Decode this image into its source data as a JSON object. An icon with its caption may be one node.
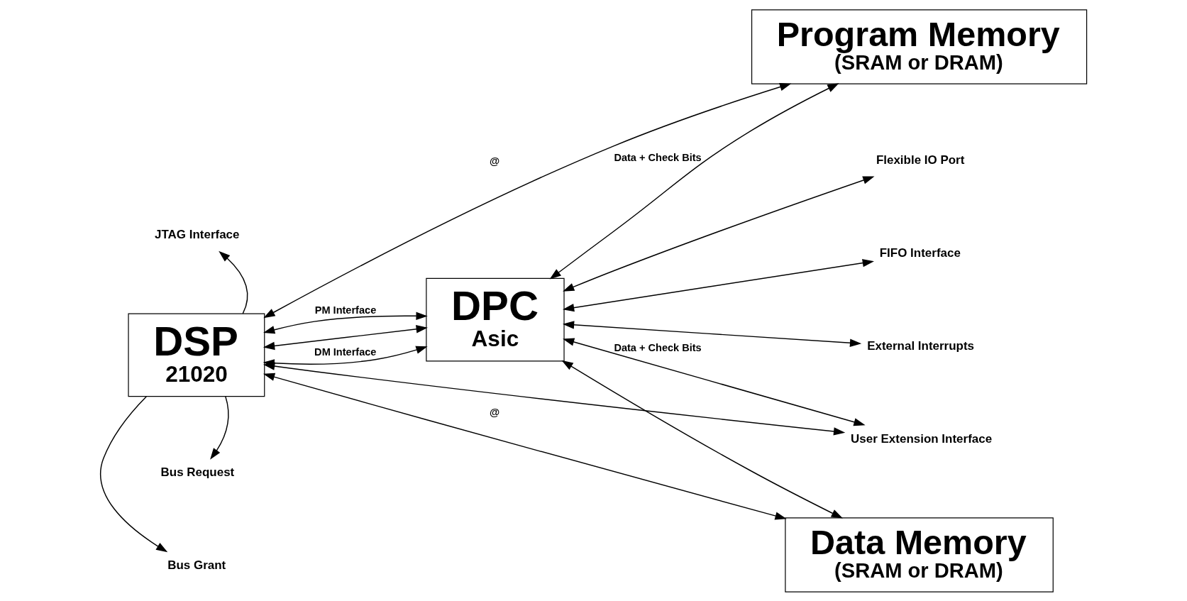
{
  "diagram": {
    "nodes": [
      {
        "text": [
          "Program Memory",
          "(SRAM or DRAM)"
        ]
      },
      {
        "text": [
          "JTAG Interface"
        ]
      },
      {
        "text": [
          "DSP",
          "21020"
        ]
      },
      {
        "text": [
          "DPC",
          "Asic"
        ]
      },
      {
        "text": [
          "Flexible IO Port"
        ]
      },
      {
        "text": [
          "FIFO Interface"
        ]
      },
      {
        "text": [
          "External Interrupts"
        ]
      },
      {
        "text": [
          "User Extension Interface"
        ]
      },
      {
        "text": [
          "Bus Request"
        ]
      },
      {
        "text": [
          "Bus Grant"
        ]
      },
      {
        "text": [
          "Data Memory",
          "(SRAM or DRAM)"
        ]
      }
    ],
    "edges": [
      {
        "from": 2,
        "to": 1,
        "arrow": "to"
      },
      {
        "from": 2,
        "to": 0,
        "arrow": "both",
        "label": "@"
      },
      {
        "from": 3,
        "to": 0,
        "arrow": "both",
        "label": "Data + Check Bits"
      },
      {
        "from": 2,
        "to": 3,
        "arrow": "both",
        "label": "PM Interface"
      },
      {
        "from": 2,
        "to": 3,
        "arrow": "both"
      },
      {
        "from": 2,
        "to": 3,
        "arrow": "both",
        "label": "DM Interface"
      },
      {
        "from": 3,
        "to": 4,
        "arrow": "both"
      },
      {
        "from": 3,
        "to": 5,
        "arrow": "both"
      },
      {
        "from": 3,
        "to": 6,
        "arrow": "both"
      },
      {
        "from": 3,
        "to": 7,
        "arrow": "both",
        "label": "Data + Check Bits"
      },
      {
        "from": 2,
        "to": 7,
        "arrow": "both"
      },
      {
        "from": 3,
        "to": 10,
        "arrow": "both"
      },
      {
        "from": 2,
        "to": 10,
        "arrow": "both",
        "label": "@"
      },
      {
        "from": 2,
        "to": 8,
        "arrow": "to"
      },
      {
        "from": 2,
        "to": 9,
        "arrow": "to"
      }
    ]
  }
}
